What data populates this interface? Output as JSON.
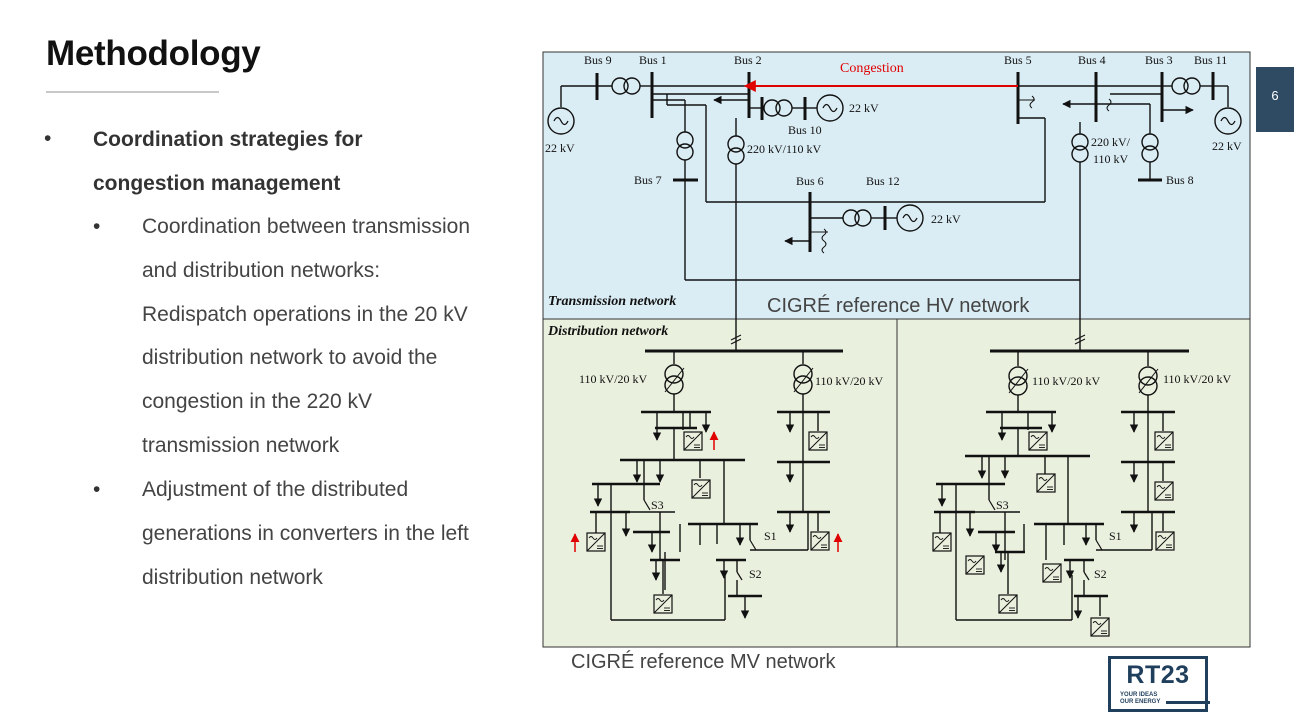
{
  "slide": {
    "title": "Methodology",
    "page_number": "6"
  },
  "bullets": {
    "level1_marker": "•",
    "level1_lines": [
      "Coordination strategies for",
      "congestion management"
    ],
    "level2_marker": "•",
    "item1_lines": [
      "Coordination between  transmission",
      "and distribution networks:",
      "Redispatch operations in the 20 kV",
      "distribution network to avoid the",
      "congestion in the 220 kV",
      "transmission network"
    ],
    "item2_lines": [
      "Adjustment of the distributed",
      "generations in converters in the left",
      "distribution network"
    ]
  },
  "diagram": {
    "colors": {
      "hv_bg": "#dbedf4",
      "mv_bg": "#e9f0de",
      "congestion": "#e00000",
      "line": "#111111"
    },
    "buses": {
      "bus9": "Bus 9",
      "bus1": "Bus 1",
      "bus2": "Bus 2",
      "bus5": "Bus 5",
      "bus4": "Bus 4",
      "bus3": "Bus 3",
      "bus11": "Bus 11",
      "bus10": "Bus 10",
      "bus7": "Bus 7",
      "bus6": "Bus 6",
      "bus12": "Bus 12",
      "bus8": "Bus 8"
    },
    "congestion_label": "Congestion",
    "voltages": {
      "kv22": "22 kV",
      "kv220_110": "220 kV/110 kV",
      "kv220_slash": "220 kV/",
      "kv110": "110 kV",
      "kv110_20": "110 kV/20 kV"
    },
    "transmission_label": "Transmission network",
    "distribution_label": "Distribution network",
    "hv_caption": "CIGRÉ reference HV network",
    "switches": {
      "s1": "S1",
      "s2": "S2",
      "s3": "S3"
    }
  },
  "mv_caption": "CIGRÉ reference MV network",
  "logo": {
    "name": "RT23",
    "tagline_1": "YOUR IDEAS",
    "tagline_2": "OUR ENERGY"
  }
}
